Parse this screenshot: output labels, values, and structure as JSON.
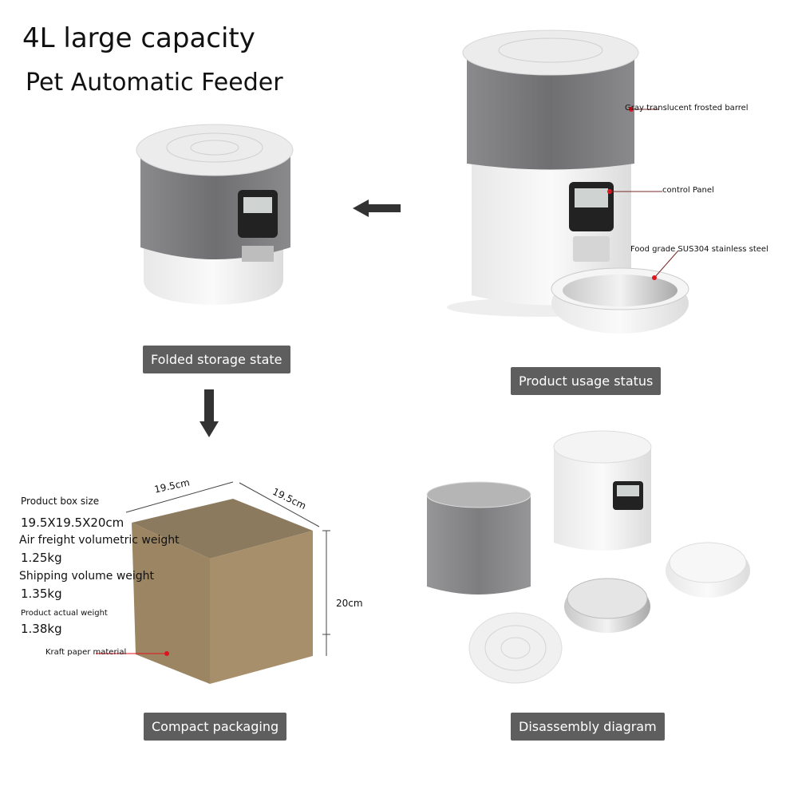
{
  "header": {
    "title": "4L large capacity",
    "subtitle": "Pet Automatic Feeder"
  },
  "sections": {
    "folded": {
      "label": "Folded storage state"
    },
    "usage": {
      "label": "Product usage status"
    },
    "packaging": {
      "label": "Compact packaging"
    },
    "disassembly": {
      "label": "Disassembly diagram"
    }
  },
  "callouts": {
    "barrel": "Gray translucent frosted barrel",
    "panel": "control Panel",
    "bowl": "Food grade SUS304 stainless steel",
    "kraft": "Kraft paper material"
  },
  "box": {
    "width_label": "19.5cm",
    "depth_label": "19.5cm",
    "height_label": "20cm"
  },
  "specs": {
    "box_size_label": "Product box size",
    "box_size_value": "19.5X19.5X20cm",
    "air_label": "Air freight volumetric weight",
    "air_value": "1.25kg",
    "ship_label": "Shipping volume weight",
    "ship_value": "1.35kg",
    "actual_label": "Product actual weight",
    "actual_value": "1.38kg"
  },
  "colors": {
    "tag_bg": "#5e5e5e",
    "callout_dot": "#e0141e",
    "barrel": "#7d7d7f",
    "kraft": "#a88f6c"
  }
}
